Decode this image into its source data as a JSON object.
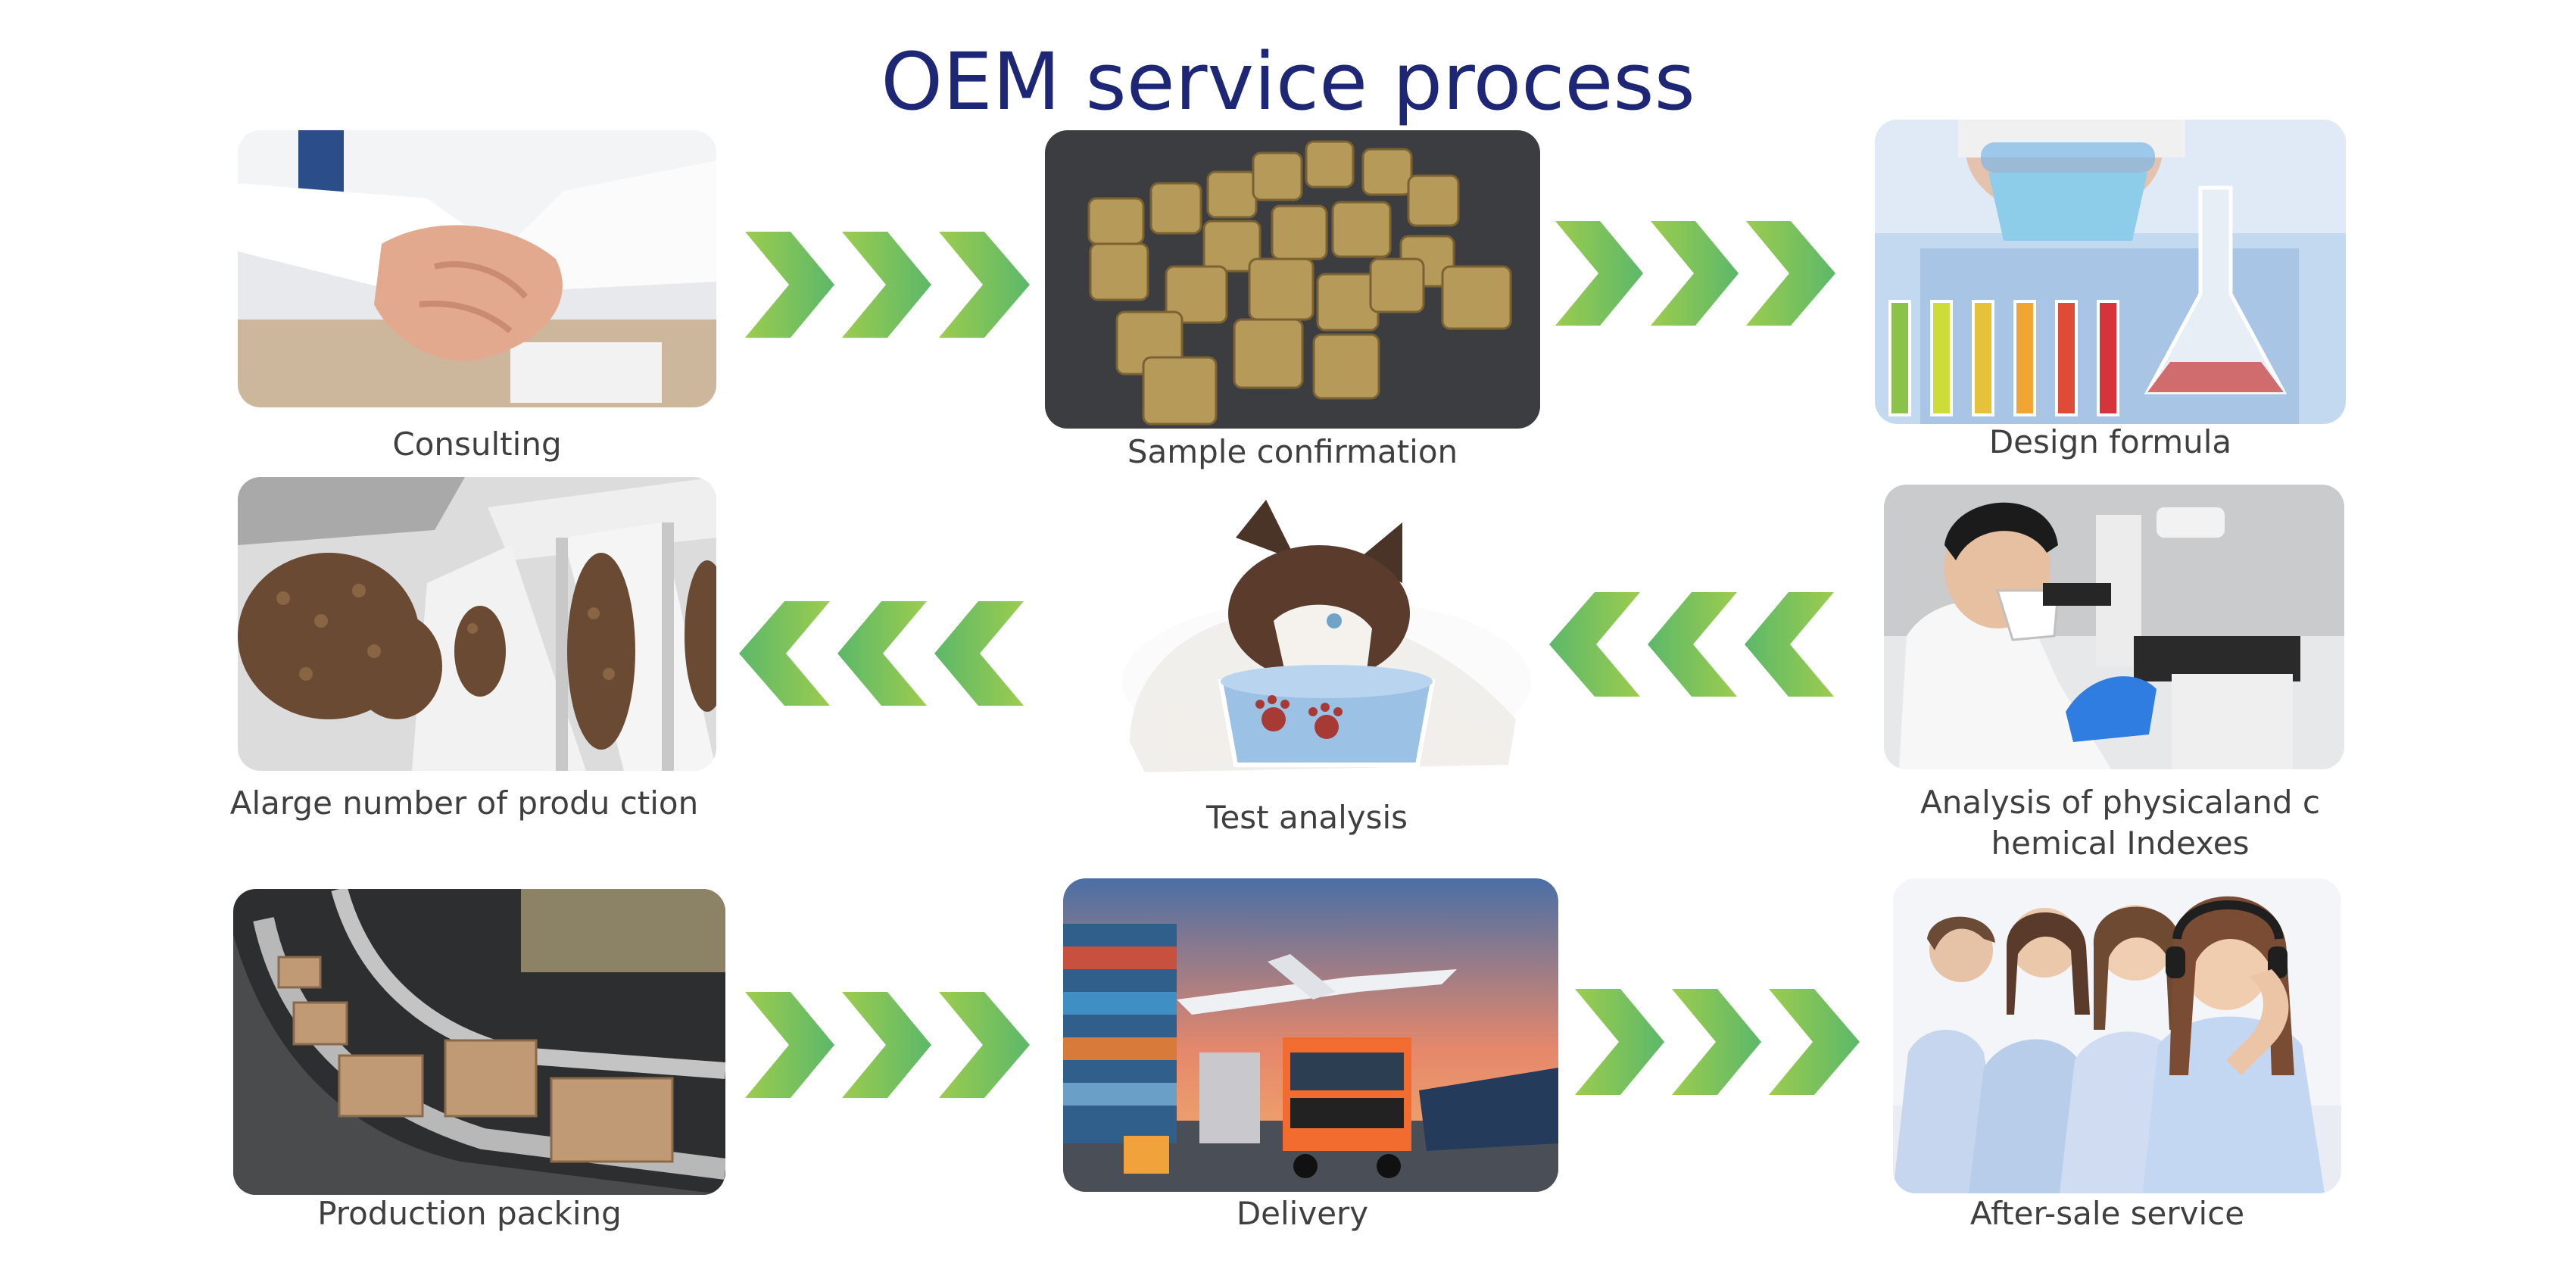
{
  "title": "OEM service process",
  "colors": {
    "title": "#1d2776",
    "caption": "#3f3f3f",
    "arrow_light": "#9ccc4e",
    "arrow_dark": "#5cb86a"
  },
  "steps": [
    {
      "id": "consulting",
      "label": "Consulting",
      "icon": "handshake-photo"
    },
    {
      "id": "sample-confirmation",
      "label": "Sample confirmation",
      "icon": "pet-treat-cubes-photo"
    },
    {
      "id": "design-formula",
      "label": "Design formula",
      "icon": "lab-scientist-photo"
    },
    {
      "id": "analysis-indexes",
      "label": "Analysis of physicaland c hemical Indexes",
      "icon": "microscope-photo"
    },
    {
      "id": "test-analysis",
      "label": "Test analysis",
      "icon": "dog-eating-photo"
    },
    {
      "id": "large-production",
      "label": "Alarge number of produ ction",
      "icon": "kibble-conveyor-photo"
    },
    {
      "id": "production-packing",
      "label": "Production packing",
      "icon": "package-conveyor-photo"
    },
    {
      "id": "delivery",
      "label": "Delivery",
      "icon": "logistics-photo"
    },
    {
      "id": "after-sale-service",
      "label": "After-sale service",
      "icon": "call-center-photo"
    }
  ],
  "flow_arrows": [
    {
      "from": "consulting",
      "to": "sample-confirmation",
      "direction": "right"
    },
    {
      "from": "sample-confirmation",
      "to": "design-formula",
      "direction": "right"
    },
    {
      "from": "analysis-indexes",
      "to": "test-analysis",
      "direction": "left"
    },
    {
      "from": "test-analysis",
      "to": "large-production",
      "direction": "left"
    },
    {
      "from": "production-packing",
      "to": "delivery",
      "direction": "right"
    },
    {
      "from": "delivery",
      "to": "after-sale-service",
      "direction": "right"
    }
  ]
}
